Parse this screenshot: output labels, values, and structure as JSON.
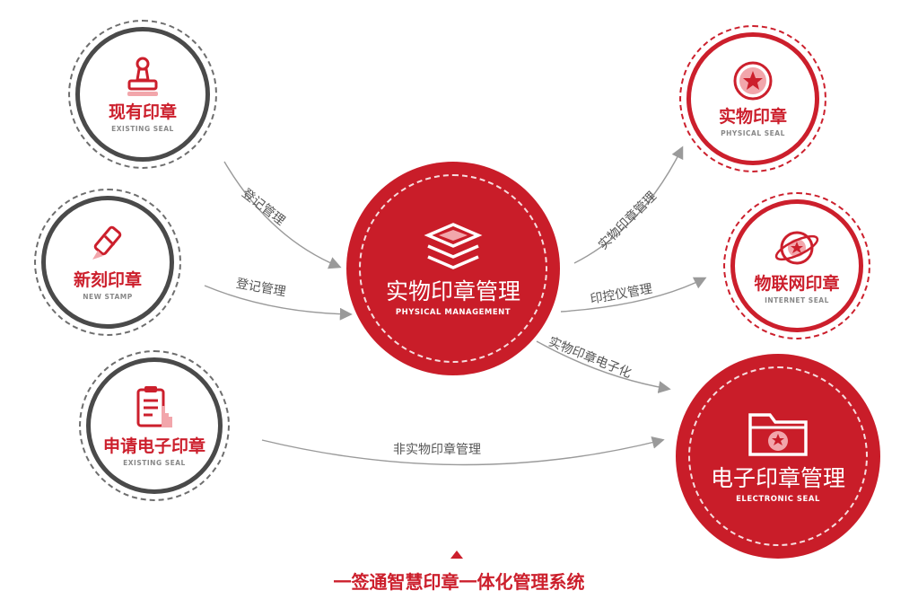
{
  "nodes": {
    "existing_seal": {
      "zh": "现有印章",
      "en": "EXISTING SEAL"
    },
    "new_stamp": {
      "zh": "新刻印章",
      "en": "NEW STAMP"
    },
    "apply_electronic": {
      "zh": "申请电子印章",
      "en": "EXISTING SEAL"
    },
    "physical_management": {
      "zh": "实物印章管理",
      "en": "PHYSICAL MANAGEMENT"
    },
    "physical_seal": {
      "zh": "实物印章",
      "en": "PHYSICAL SEAL"
    },
    "internet_seal": {
      "zh": "物联网印章",
      "en": "INTERNET SEAL"
    },
    "electronic_seal": {
      "zh": "电子印章管理",
      "en": "ELECTRONIC SEAL"
    }
  },
  "edges": [
    {
      "label": "登记管理"
    },
    {
      "label": "登记管理"
    },
    {
      "label": "非实物印章管理"
    },
    {
      "label": "实物印章管理"
    },
    {
      "label": "印控仪管理"
    },
    {
      "label": "实物印章电子化"
    }
  ],
  "footer": {
    "title": "一签通智慧印章一体化管理系统"
  },
  "colors": {
    "brand_red": "#cc1f2c",
    "ring_grey": "#4a4a4a",
    "arrow_grey": "#9a9a9a"
  }
}
